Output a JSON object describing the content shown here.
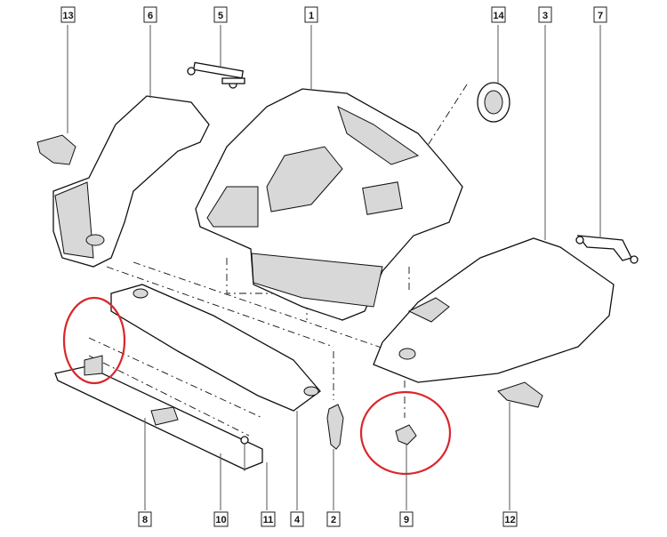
{
  "diagram": {
    "callouts_top": [
      "13",
      "6",
      "5",
      "1",
      "14",
      "3",
      "7"
    ],
    "callouts_bottom": [
      "8",
      "10",
      "11",
      "4",
      "2",
      "9",
      "12"
    ],
    "highlight_color": "#d9262b"
  }
}
